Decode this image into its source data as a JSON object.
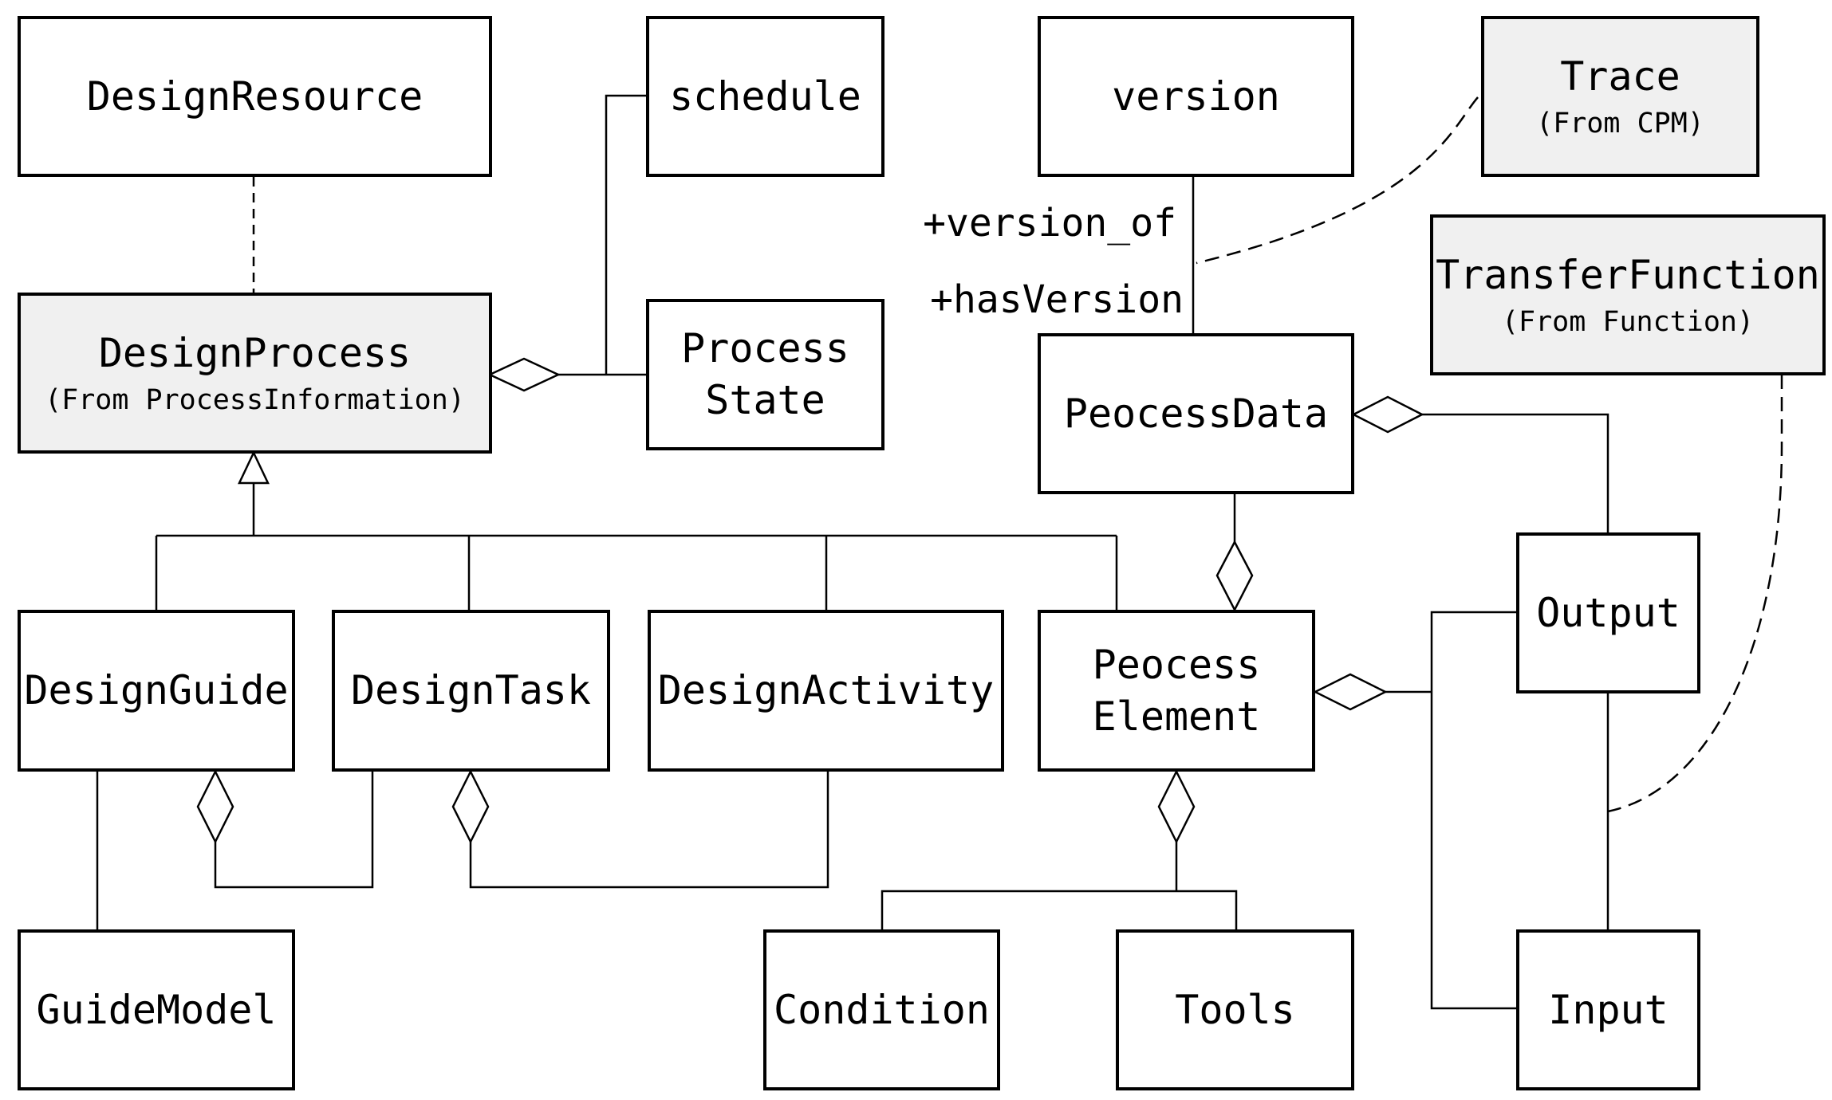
{
  "diagram": {
    "classes": {
      "design_resource": {
        "name": "DesignResource"
      },
      "schedule": {
        "name": "schedule"
      },
      "version": {
        "name": "version"
      },
      "trace": {
        "name": "Trace",
        "origin": "(From CPM)"
      },
      "transfer_function": {
        "name": "TransferFunction",
        "origin": "(From Function)"
      },
      "design_process": {
        "name": "DesignProcess",
        "origin": "(From ProcessInformation)"
      },
      "process_state": {
        "name": "Process\nState"
      },
      "peocess_data": {
        "name": "PeocessData"
      },
      "output": {
        "name": "Output"
      },
      "design_guide": {
        "name": "DesignGuide"
      },
      "design_task": {
        "name": "DesignTask"
      },
      "design_activity": {
        "name": "DesignActivity"
      },
      "peocess_element": {
        "name": "Peocess\nElement"
      },
      "guide_model": {
        "name": "GuideModel"
      },
      "condition": {
        "name": "Condition"
      },
      "tools": {
        "name": "Tools"
      },
      "input": {
        "name": "Input"
      }
    },
    "roles": {
      "version_of": "+version_of",
      "has_version": "+hasVersion"
    },
    "style": {
      "line_color": "#000000",
      "shaded_fill": "#f0f0f0",
      "box_fill": "#ffffff"
    }
  }
}
